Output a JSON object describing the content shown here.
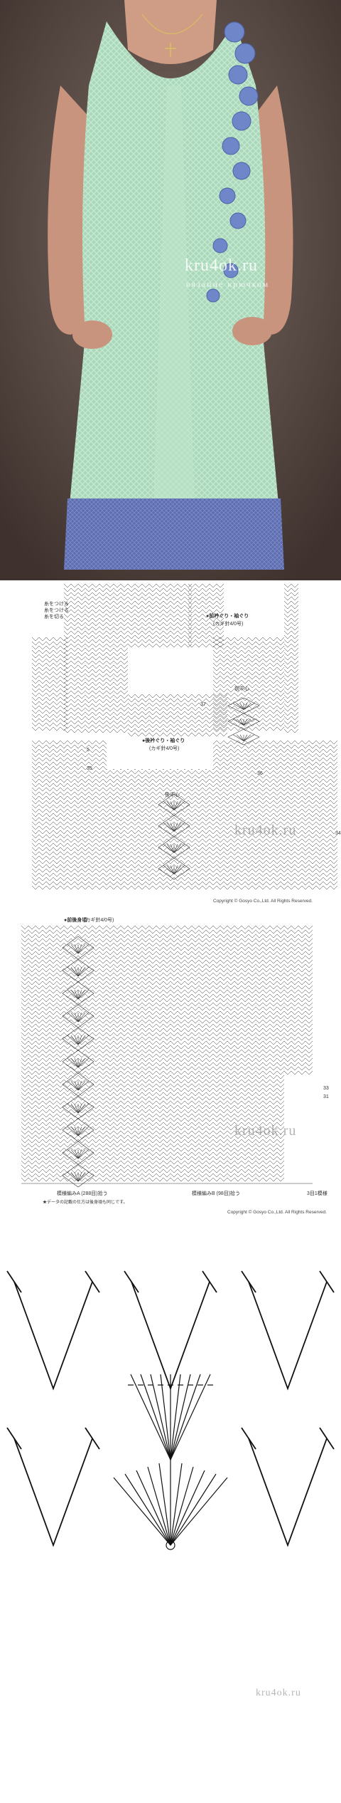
{
  "watermark": {
    "site": "kru4ok.ru",
    "tagline": "вязание крючком"
  },
  "chart_front": {
    "title": "●前衿ぐり・袖ぐり",
    "hook": "(カギ針4/0号)",
    "center": "前中心",
    "labels": {
      "row37": "37",
      "row35": "35",
      "row5": "5"
    },
    "legend": [
      "糸をつける",
      "糸をつける",
      "糸を切る"
    ]
  },
  "chart_back": {
    "title": "●後衿ぐり・袖ぐり",
    "hook": "(カギ針4/0号)",
    "center": "後中心",
    "labels": {
      "row36": "36",
      "row34": "34"
    },
    "copyright": "Copyright © Gosyo Co.,Ltd. All Rights Reserved."
  },
  "chart_body": {
    "title": "●前後身頃",
    "hook": "(カギ針4/0号)",
    "labels": {
      "row33": "33",
      "row31": "31"
    },
    "bottom_left": "模様編みA (288目)拾う",
    "bottom_right": "模様編みB (98目)拾う",
    "note": "3目1模様",
    "footnote": "★データの記載の仕方は後身頃も同じです。",
    "copyright": "Copyright © Gosyo Co.,Ltd. All Rights Reserved."
  },
  "colors": {
    "yarn_mint": "#a8d8b8",
    "yarn_blue": "#5b6cae",
    "flower_blue": "#6f86c9",
    "chart_line": "#333333"
  }
}
